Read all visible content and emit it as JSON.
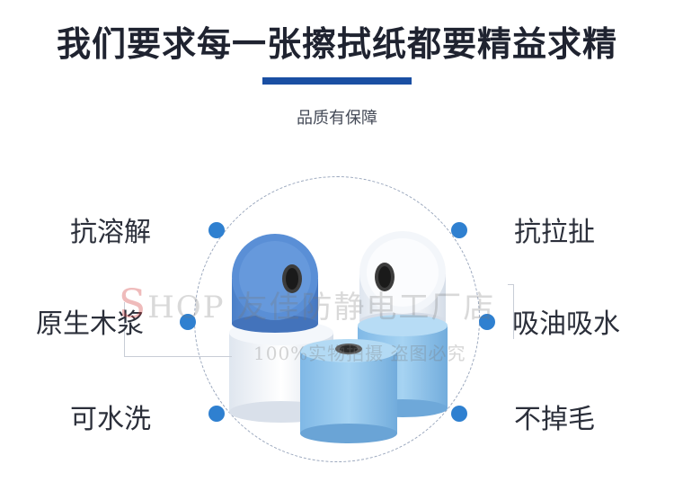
{
  "header": {
    "headline": "我们要求每一张擦拭纸都要精益求精",
    "subtitle": "品质有保障"
  },
  "features": {
    "left_top": "抗溶解",
    "left_middle": "原生木浆",
    "left_bottom": "可水洗",
    "right_top": "抗拉扯",
    "right_middle": "吸油吸水",
    "right_bottom": "不掉毛"
  },
  "watermark": {
    "s_letter": "S",
    "line1": "HOP 友佳防静电工厂店",
    "line2": "100%实物拍摄 盗图必究"
  },
  "colors": {
    "accent_bar": "#1a4fa3",
    "dot": "#2f80d0",
    "roll_blue_dark": "#5a8fd6",
    "roll_blue_light": "#8ec4ea",
    "roll_white": "#f3f6fa"
  }
}
